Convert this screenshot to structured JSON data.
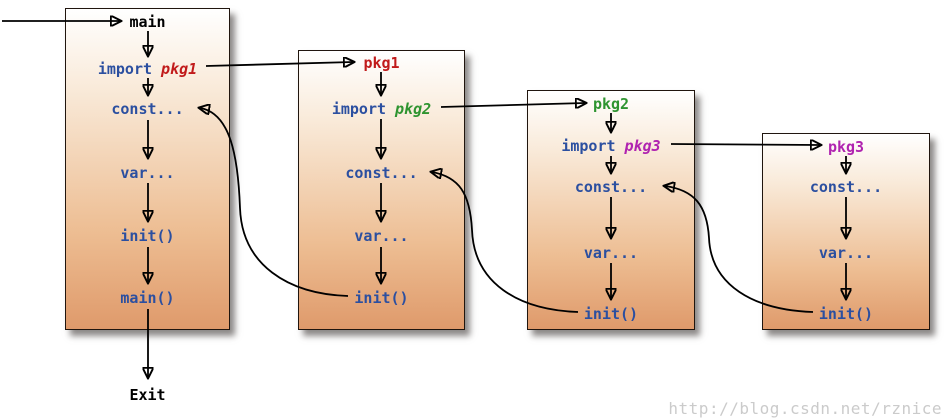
{
  "watermark": "http://blog.csdn.net/rznice",
  "exit_label": "Exit",
  "colors": {
    "code_text": "#2b4fa0",
    "pkg1_accent": "#c11b1b",
    "pkg2_accent": "#2e9430",
    "pkg3_accent": "#b023b0",
    "box_fill_bottom": "#df9a6b",
    "arrow": "#000000"
  },
  "boxes": {
    "main": {
      "title": "main",
      "import_kw": "import",
      "import_pkg": "pkg1",
      "const_label": "const...",
      "var_label": "var...",
      "init_label": "init()",
      "main_label": "main()"
    },
    "pkg1": {
      "title": "pkg1",
      "import_kw": "import",
      "import_pkg": "pkg2",
      "const_label": "const...",
      "var_label": "var...",
      "init_label": "init()"
    },
    "pkg2": {
      "title": "pkg2",
      "import_kw": "import",
      "import_pkg": "pkg3",
      "const_label": "const...",
      "var_label": "var...",
      "init_label": "init()"
    },
    "pkg3": {
      "title": "pkg3",
      "const_label": "const...",
      "var_label": "var...",
      "init_label": "init()"
    }
  }
}
